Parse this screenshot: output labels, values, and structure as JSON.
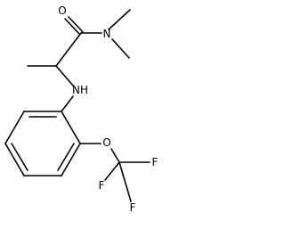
{
  "structure": {
    "atoms": {
      "oxygen_carbonyl": "O",
      "nitrogen_amide": "N",
      "nitrogen_amine": "NH",
      "oxygen_ether": "O",
      "fluorine_top": "F",
      "fluorine_right": "F",
      "fluorine_bottom": "F"
    }
  },
  "colors": {
    "bond": "#000000",
    "background": "#ffffff"
  }
}
